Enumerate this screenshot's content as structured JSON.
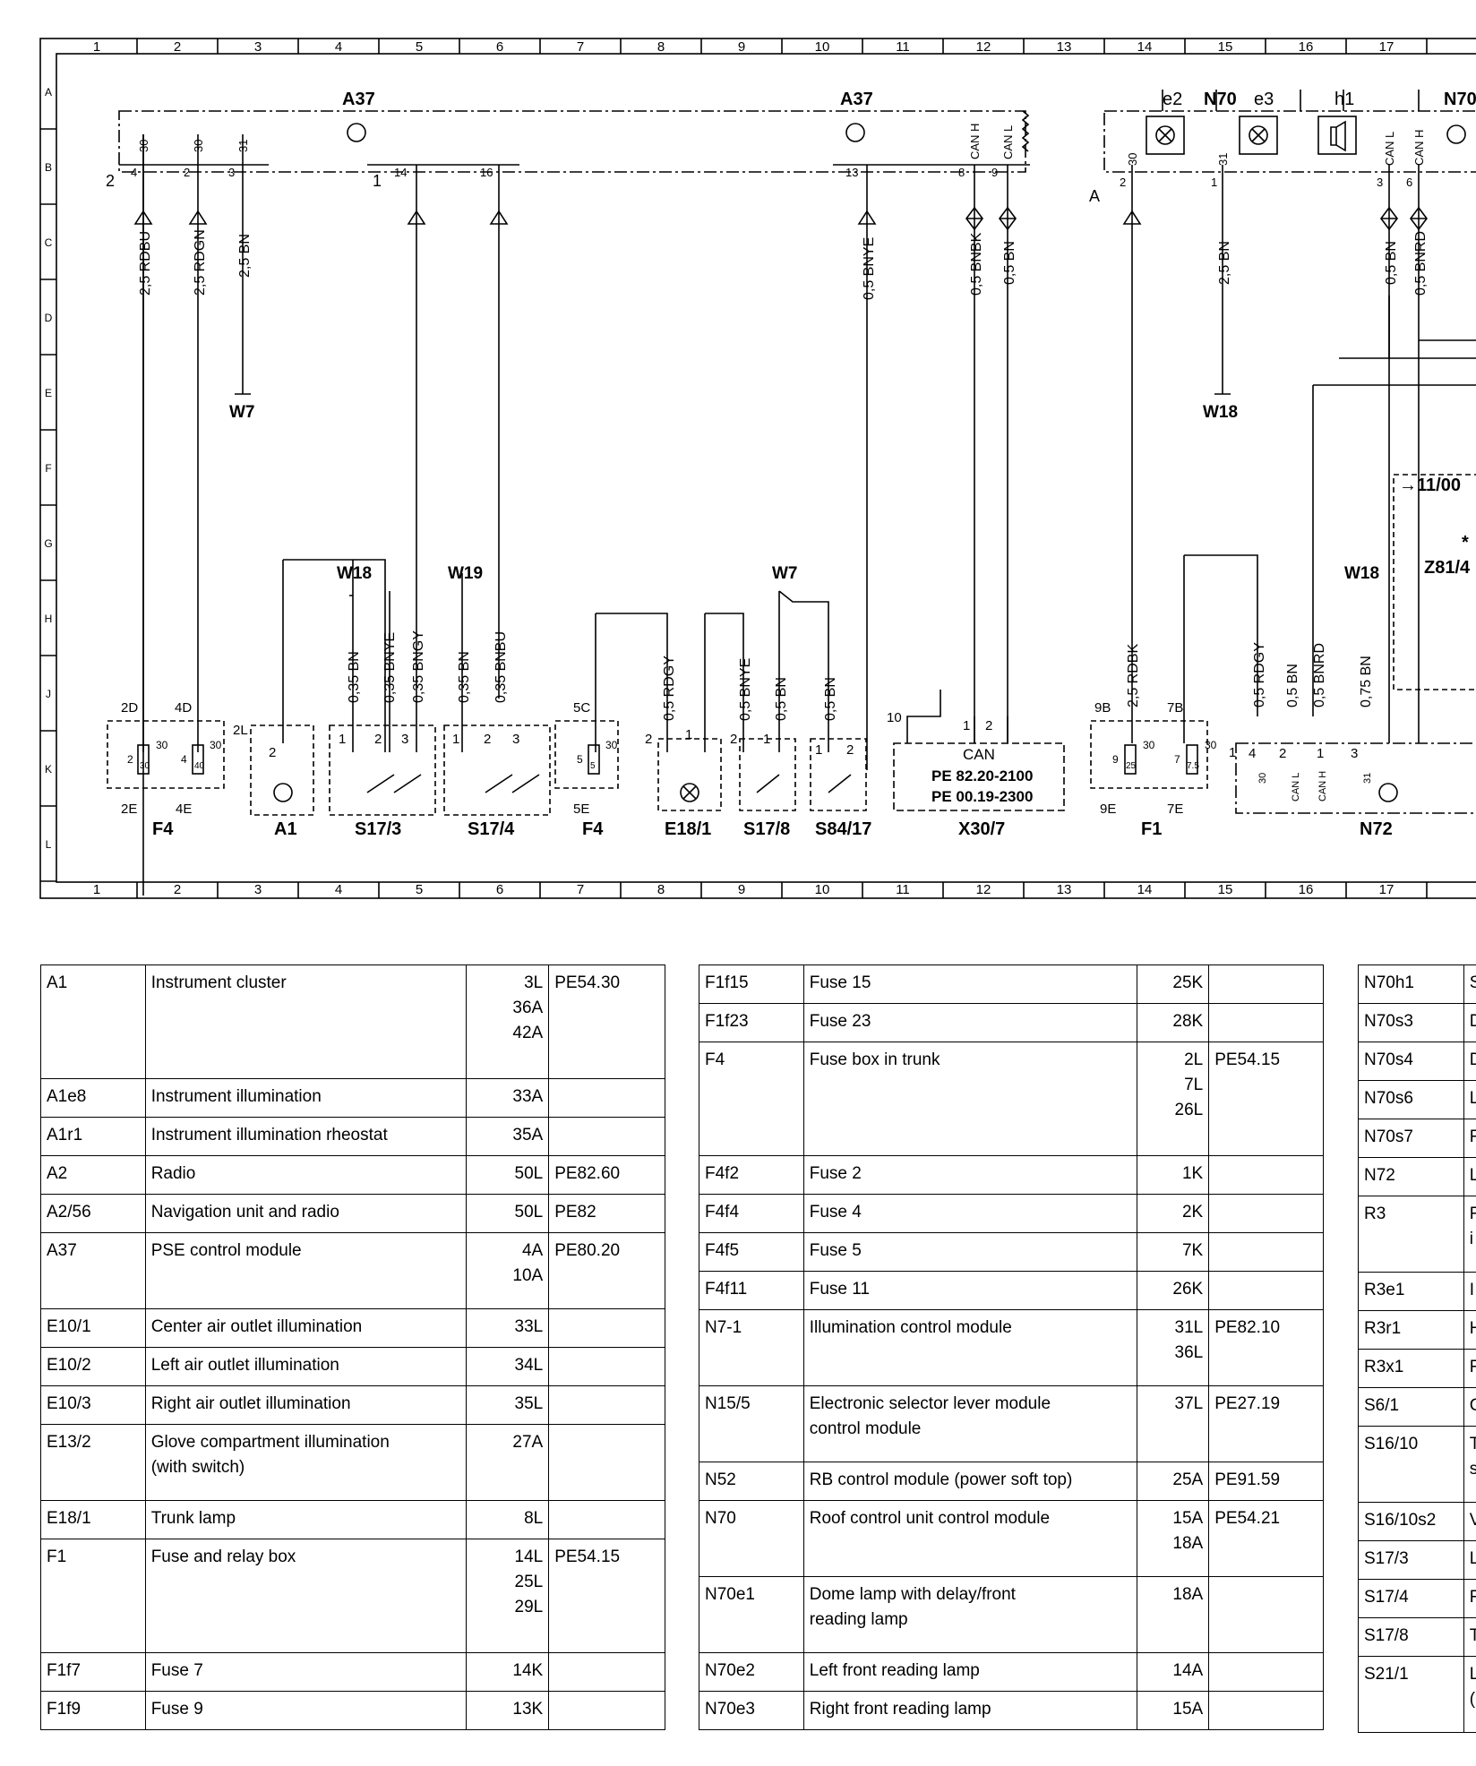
{
  "grid": {
    "columns": [
      "1",
      "2",
      "3",
      "4",
      "5",
      "6",
      "7",
      "8",
      "9",
      "10",
      "11",
      "12",
      "13",
      "14",
      "15",
      "16",
      "17"
    ],
    "rows": [
      "A",
      "B",
      "C",
      "D",
      "E",
      "F",
      "G",
      "H",
      "J",
      "K",
      "L"
    ]
  },
  "modules": {
    "a37_left": "A37",
    "a37_right": "A37",
    "n70": "N70",
    "n70_right": "N70",
    "n70_e2": "e2",
    "n70_e3": "e3",
    "n70_h1": "h1",
    "n70_conn": "A",
    "a37_conn1": "2",
    "a37_conn2": "1"
  },
  "pins": {
    "a37_4": "4",
    "a37_2": "2",
    "a37_3": "3",
    "a37_14": "14",
    "a37_16": "16",
    "a37_13": "13",
    "a37_8": "8",
    "a37_9": "9",
    "a37_t30a": "30",
    "a37_t30b": "30",
    "a37_t31": "31",
    "a37_canh": "CAN H",
    "a37_canl": "CAN L",
    "n70_2": "2",
    "n70_1": "1",
    "n70_3": "3",
    "n70_6": "6",
    "n70_t30": "30",
    "n70_t31": "31",
    "n70_canl": "CAN L",
    "n70_canh": "CAN H"
  },
  "wires": {
    "w_rdbu": "2,5 RDBU",
    "w_rdgn": "2,5 RDGN",
    "w_bn_top": "2,5 BN",
    "w_bnye_top": "0,5 BNYE",
    "w_bnbk": "0,5 BNBK",
    "w_bn05": "0,5 BN",
    "w_bn_n70": "2,5 BN",
    "w_bn_canl": "0,5 BN",
    "w_bnrd_top": "0,5 BNRD",
    "w_s173_bn": "0,35 BN",
    "w_s173_bnye": "0,35 BNYE",
    "w_s173_bngy": "0,35 BNGY",
    "w_s174_bn": "0,35 BN",
    "w_s174_bnbu": "0,35 BNBU",
    "w_e18_rdgy": "0,5 RDGY",
    "w_s178_bnye": "0,5 BNYE",
    "w_s178_bn": "0,5 BN",
    "w_s84_bn": "0,5 BN",
    "w_f1_rdbk": "2,5 RDBK",
    "w_f1_rdgy": "0,5 RDGY",
    "w_n72_bn": "0,5 BN",
    "w_n72_bnrd": "0,5 BNRD",
    "w_n72_bn075": "0,75 BN"
  },
  "grounds": {
    "w7_top": "W7",
    "w18_top": "W18",
    "w18_s17": "W18",
    "w19": "W19",
    "w7_bottom": "W7",
    "w18_bottom": "W18"
  },
  "components": {
    "f4_left": "F4",
    "a1": "A1",
    "s173": "S17/3",
    "s174": "S17/4",
    "f4_mid": "F4",
    "e181": "E18/1",
    "s178": "S17/8",
    "s8417": "S84/17",
    "x307": "X30/7",
    "f1": "F1",
    "n72": "N72",
    "z814": "Z81/4",
    "z_star": "*",
    "z_date": "→11/00"
  },
  "component_pins": {
    "f4_2d": "2D",
    "f4_4d": "4D",
    "f4_2e": "2E",
    "f4_4e": "4E",
    "f4_f30a": "30",
    "f4_f40": "40",
    "f4_t30a": "30",
    "f4_t30b": "30",
    "f4_2": "2",
    "f4_4": "4",
    "a1_2l": "2L",
    "a1_2": "2",
    "s173_1": "1",
    "s173_2": "2",
    "s173_3": "3",
    "s174_1": "1",
    "s174_2": "2",
    "s174_3": "3",
    "f4m_5c": "5C",
    "f4m_5e": "5E",
    "f4m_5": "5",
    "f4m_f5": "5",
    "f4m_30": "30",
    "e18_2": "2",
    "e18_1": "1",
    "s178_2": "2",
    "s178_1": "1",
    "s84_1": "1",
    "s84_2": "2",
    "x30_10": "10",
    "x30_1": "1",
    "x30_2": "2",
    "x30_can": "CAN",
    "x30_pe1": "PE 82.20-2100",
    "x30_pe2": "PE 00.19-2300",
    "f1_9b": "9B",
    "f1_7b": "7B",
    "f1_9e": "9E",
    "f1_7e": "7E",
    "f1_f25": "25",
    "f1_f75": "7.5",
    "f1_9": "9",
    "f1_7": "7",
    "f1_30a": "30",
    "f1_30b": "30",
    "n72_1": "1",
    "n72_4": "4",
    "n72_2": "2",
    "n72_1b": "1",
    "n72_3": "3",
    "n72_30": "30",
    "n72_canl": "CAN L",
    "n72_canh": "CAN H",
    "n72_31": "31"
  },
  "legend": {
    "table1": [
      {
        "id": "A1",
        "desc": "Instrument cluster",
        "loc": "3L\n36A\n42A",
        "ref": "PE54.30",
        "h": 3
      },
      {
        "id": "A1e8",
        "desc": "Instrument illumination",
        "loc": "33A",
        "ref": "",
        "h": 1
      },
      {
        "id": "A1r1",
        "desc": "Instrument illumination rheostat",
        "loc": "35A",
        "ref": "",
        "h": 1
      },
      {
        "id": "A2",
        "desc": "Radio",
        "loc": "50L",
        "ref": "PE82.60",
        "h": 1
      },
      {
        "id": "A2/56",
        "desc": "Navigation unit and radio",
        "loc": "50L",
        "ref": "PE82",
        "h": 1
      },
      {
        "id": "A37",
        "desc": "PSE control module",
        "loc": "4A\n10A",
        "ref": "PE80.20",
        "h": 2
      },
      {
        "id": "E10/1",
        "desc": "Center air outlet illumination",
        "loc": "33L",
        "ref": "",
        "h": 1
      },
      {
        "id": "E10/2",
        "desc": "Left air outlet illumination",
        "loc": "34L",
        "ref": "",
        "h": 1
      },
      {
        "id": "E10/3",
        "desc": "Right air outlet illumination",
        "loc": "35L",
        "ref": "",
        "h": 1
      },
      {
        "id": "E13/2",
        "desc": "Glove compartment illumination\n(with switch)",
        "loc": "27A",
        "ref": "",
        "h": 2
      },
      {
        "id": "E18/1",
        "desc": "Trunk lamp",
        "loc": "8L",
        "ref": "",
        "h": 1
      },
      {
        "id": "F1",
        "desc": "Fuse and relay box",
        "loc": "14L\n25L\n29L",
        "ref": "PE54.15",
        "h": 3
      },
      {
        "id": "F1f7",
        "desc": "Fuse 7",
        "loc": "14K",
        "ref": "",
        "h": 1
      },
      {
        "id": "F1f9",
        "desc": "Fuse 9",
        "loc": "13K",
        "ref": "",
        "h": 1
      }
    ],
    "table2": [
      {
        "id": "F1f15",
        "desc": "Fuse 15",
        "loc": "25K",
        "ref": "",
        "h": 1
      },
      {
        "id": "F1f23",
        "desc": "Fuse 23",
        "loc": "28K",
        "ref": "",
        "h": 1
      },
      {
        "id": "F4",
        "desc": "Fuse box in trunk",
        "loc": "2L\n7L\n26L",
        "ref": "PE54.15",
        "h": 3
      },
      {
        "id": "F4f2",
        "desc": "Fuse 2",
        "loc": "1K",
        "ref": "",
        "h": 1
      },
      {
        "id": "F4f4",
        "desc": "Fuse 4",
        "loc": "2K",
        "ref": "",
        "h": 1
      },
      {
        "id": "F4f5",
        "desc": "Fuse 5",
        "loc": "7K",
        "ref": "",
        "h": 1
      },
      {
        "id": "F4f11",
        "desc": "Fuse 11",
        "loc": "26K",
        "ref": "",
        "h": 1
      },
      {
        "id": "N7-1",
        "desc": "Illumination control module",
        "loc": "31L\n36L",
        "ref": "PE82.10",
        "h": 2
      },
      {
        "id": "N15/5",
        "desc": "Electronic selector lever module\ncontrol module",
        "loc": "37L",
        "ref": "PE27.19",
        "h": 2
      },
      {
        "id": "N52",
        "desc": "RB control module (power soft top)",
        "loc": "25A",
        "ref": "PE91.59",
        "h": 1
      },
      {
        "id": "N70",
        "desc": "Roof control unit control module",
        "loc": "15A\n18A",
        "ref": "PE54.21",
        "h": 2
      },
      {
        "id": "N70e1",
        "desc": "Dome lamp with delay/front\nreading lamp",
        "loc": "18A",
        "ref": "",
        "h": 2
      },
      {
        "id": "N70e2",
        "desc": "Left front reading lamp",
        "loc": "14A",
        "ref": "",
        "h": 1
      },
      {
        "id": "N70e3",
        "desc": "Right front reading lamp",
        "loc": "15A",
        "ref": "",
        "h": 1
      }
    ],
    "table3": [
      {
        "id": "N70h1",
        "desc": "S",
        "h": 1
      },
      {
        "id": "N70s3",
        "desc": "D",
        "h": 1
      },
      {
        "id": "N70s4",
        "desc": "D",
        "h": 1
      },
      {
        "id": "N70s6",
        "desc": "L",
        "h": 1
      },
      {
        "id": "N70s7",
        "desc": "F",
        "h": 1
      },
      {
        "id": "N72",
        "desc": "L",
        "h": 1
      },
      {
        "id": "R3",
        "desc": "F\ni",
        "h": 2
      },
      {
        "id": "R3e1",
        "desc": "I",
        "h": 1
      },
      {
        "id": "R3r1",
        "desc": "H",
        "h": 1
      },
      {
        "id": "R3x1",
        "desc": "F",
        "h": 1
      },
      {
        "id": "S6/1",
        "desc": "C",
        "h": 1
      },
      {
        "id": "S16/10",
        "desc": "T\ns",
        "h": 2
      },
      {
        "id": "S16/10s2",
        "desc": "V",
        "h": 1
      },
      {
        "id": "S17/3",
        "desc": "L",
        "h": 1
      },
      {
        "id": "S17/4",
        "desc": "F",
        "h": 1
      },
      {
        "id": "S17/8",
        "desc": "T",
        "h": 1
      },
      {
        "id": "S21/1",
        "desc": "L\n(",
        "h": 2
      }
    ]
  }
}
